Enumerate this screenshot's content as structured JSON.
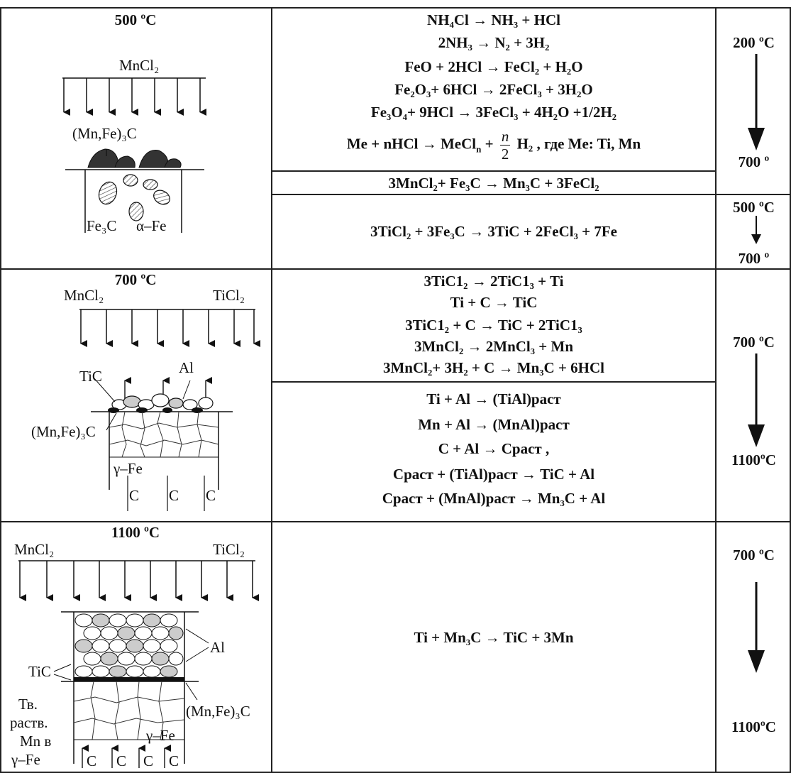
{
  "rows": [
    {
      "title": "500 ºC",
      "labels": {
        "mncl2": "MnCl₂",
        "carbide": "(Mn,Fe)₃C",
        "fe3c": "Fe₃C",
        "alpha": "α–Fe"
      },
      "equations_a": [
        "NH₄Cl → NH₃ + HCl",
        "2NH₃ → N₂ + 3H₂",
        "FeO + 2HCl → FeCl₂ + H₂O",
        "Fe₂O₃+ 6HCl → 2FeCl₃ + 3H₂O",
        "Fe₃O₄+ 9HCl → 3FeCl₃ + 4H₂O +1/2H₂"
      ],
      "eq_general": {
        "left": "Me + nHCl → MeCl",
        "left_sub": "n",
        "plus": "+",
        "num": "n",
        "den": "2",
        "h2": "H₂",
        "tail": ",  где Me: Ti, Mn"
      },
      "equations_b": [
        "3MnCl₂+ Fe₃C → Mn₃C + 3FeCl₂"
      ],
      "equations_c": [
        "3TiCl₂ + 3Fe₃C → 3TiC + 2FeCl₃ + 7Fe"
      ],
      "temp_a": {
        "from": "200 ºC",
        "to": "700 º"
      },
      "temp_b": {
        "from": "500 ºC",
        "to": "700 º"
      }
    },
    {
      "title": "700 ºC",
      "labels": {
        "mncl2": "MnCl₂",
        "ticl2": "TiCl₂",
        "tic": "TiC",
        "al": "Al",
        "carbide": "(Mn,Fe)₃C",
        "gamma": "γ–Fe",
        "c": "C"
      },
      "equations_a": [
        "3TiC1₂ → 2TiC1₃ + Ti",
        "Ti + C → TiC",
        "3TiC1₂ + C → TiC + 2TiC1₃",
        "3MnCl₂ → 2MnCl₃ + Mn",
        "3MnCl₂+ 3H₂ + C → Mn₃C + 6HCl"
      ],
      "equations_b": [
        "Ti + Al → (TiAl)раст",
        "Mn + Al → (MnAl)раст",
        "C + Al → Cраст ,",
        "Cраст + (TiAl)раст → TiC + Al",
        "Cраст + (MnAl)раст → Mn₃C + Al"
      ],
      "temp": {
        "from": "700 ºC",
        "to": "1100ºC"
      }
    },
    {
      "title": "1100 ºC",
      "labels": {
        "mncl2": "MnCl₂",
        "ticl2": "TiCl₂",
        "tic": "TiC",
        "al": "Al",
        "solid_1": "Тв.",
        "solid_2": "раств.",
        "solid_3": "Mn в",
        "solid_4": "γ–Fe",
        "carbide": "(Mn,Fe)₃C",
        "gamma": "γ–Fe",
        "c": "C"
      },
      "equations": [
        "Ti + Mn₃C → TiC + 3Mn"
      ],
      "temp": {
        "from": "700 ºC",
        "to": "1100ºC"
      }
    }
  ]
}
